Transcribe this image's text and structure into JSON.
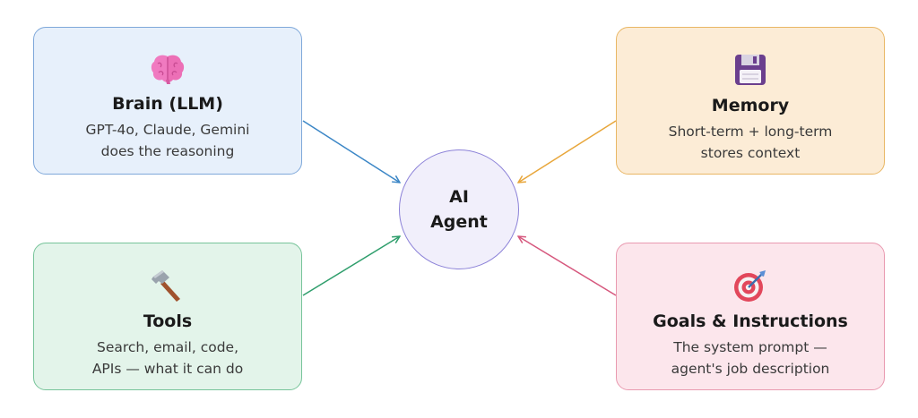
{
  "center": {
    "line1": "AI",
    "line2": "Agent",
    "fill": "#f1effb",
    "border": "#8c82d8"
  },
  "cards": {
    "brain": {
      "icon": "brain-icon",
      "title": "Brain (LLM)",
      "desc_line1": "GPT-4o, Claude, Gemini",
      "desc_line2": "does the reasoning",
      "fill": "#e7f0fb",
      "border": "#7fa8da",
      "arrow": "#3b86c6"
    },
    "memory": {
      "icon": "floppy-disk-icon",
      "title": "Memory",
      "desc_line1": "Short-term + long-term",
      "desc_line2": "stores context",
      "fill": "#fcecd6",
      "border": "#e9b765",
      "arrow": "#e8a63a"
    },
    "tools": {
      "icon": "hammer-icon",
      "title": "Tools",
      "desc_line1": "Search, email, code,",
      "desc_line2": "APIs — what it can do",
      "fill": "#e3f4ea",
      "border": "#77c49a",
      "arrow": "#2f9e6c"
    },
    "goals": {
      "icon": "target-icon",
      "title": "Goals & Instructions",
      "desc_line1": "The system prompt —",
      "desc_line2": "agent's job description",
      "fill": "#fce6ec",
      "border": "#e99ab0",
      "arrow": "#d6577d"
    }
  }
}
